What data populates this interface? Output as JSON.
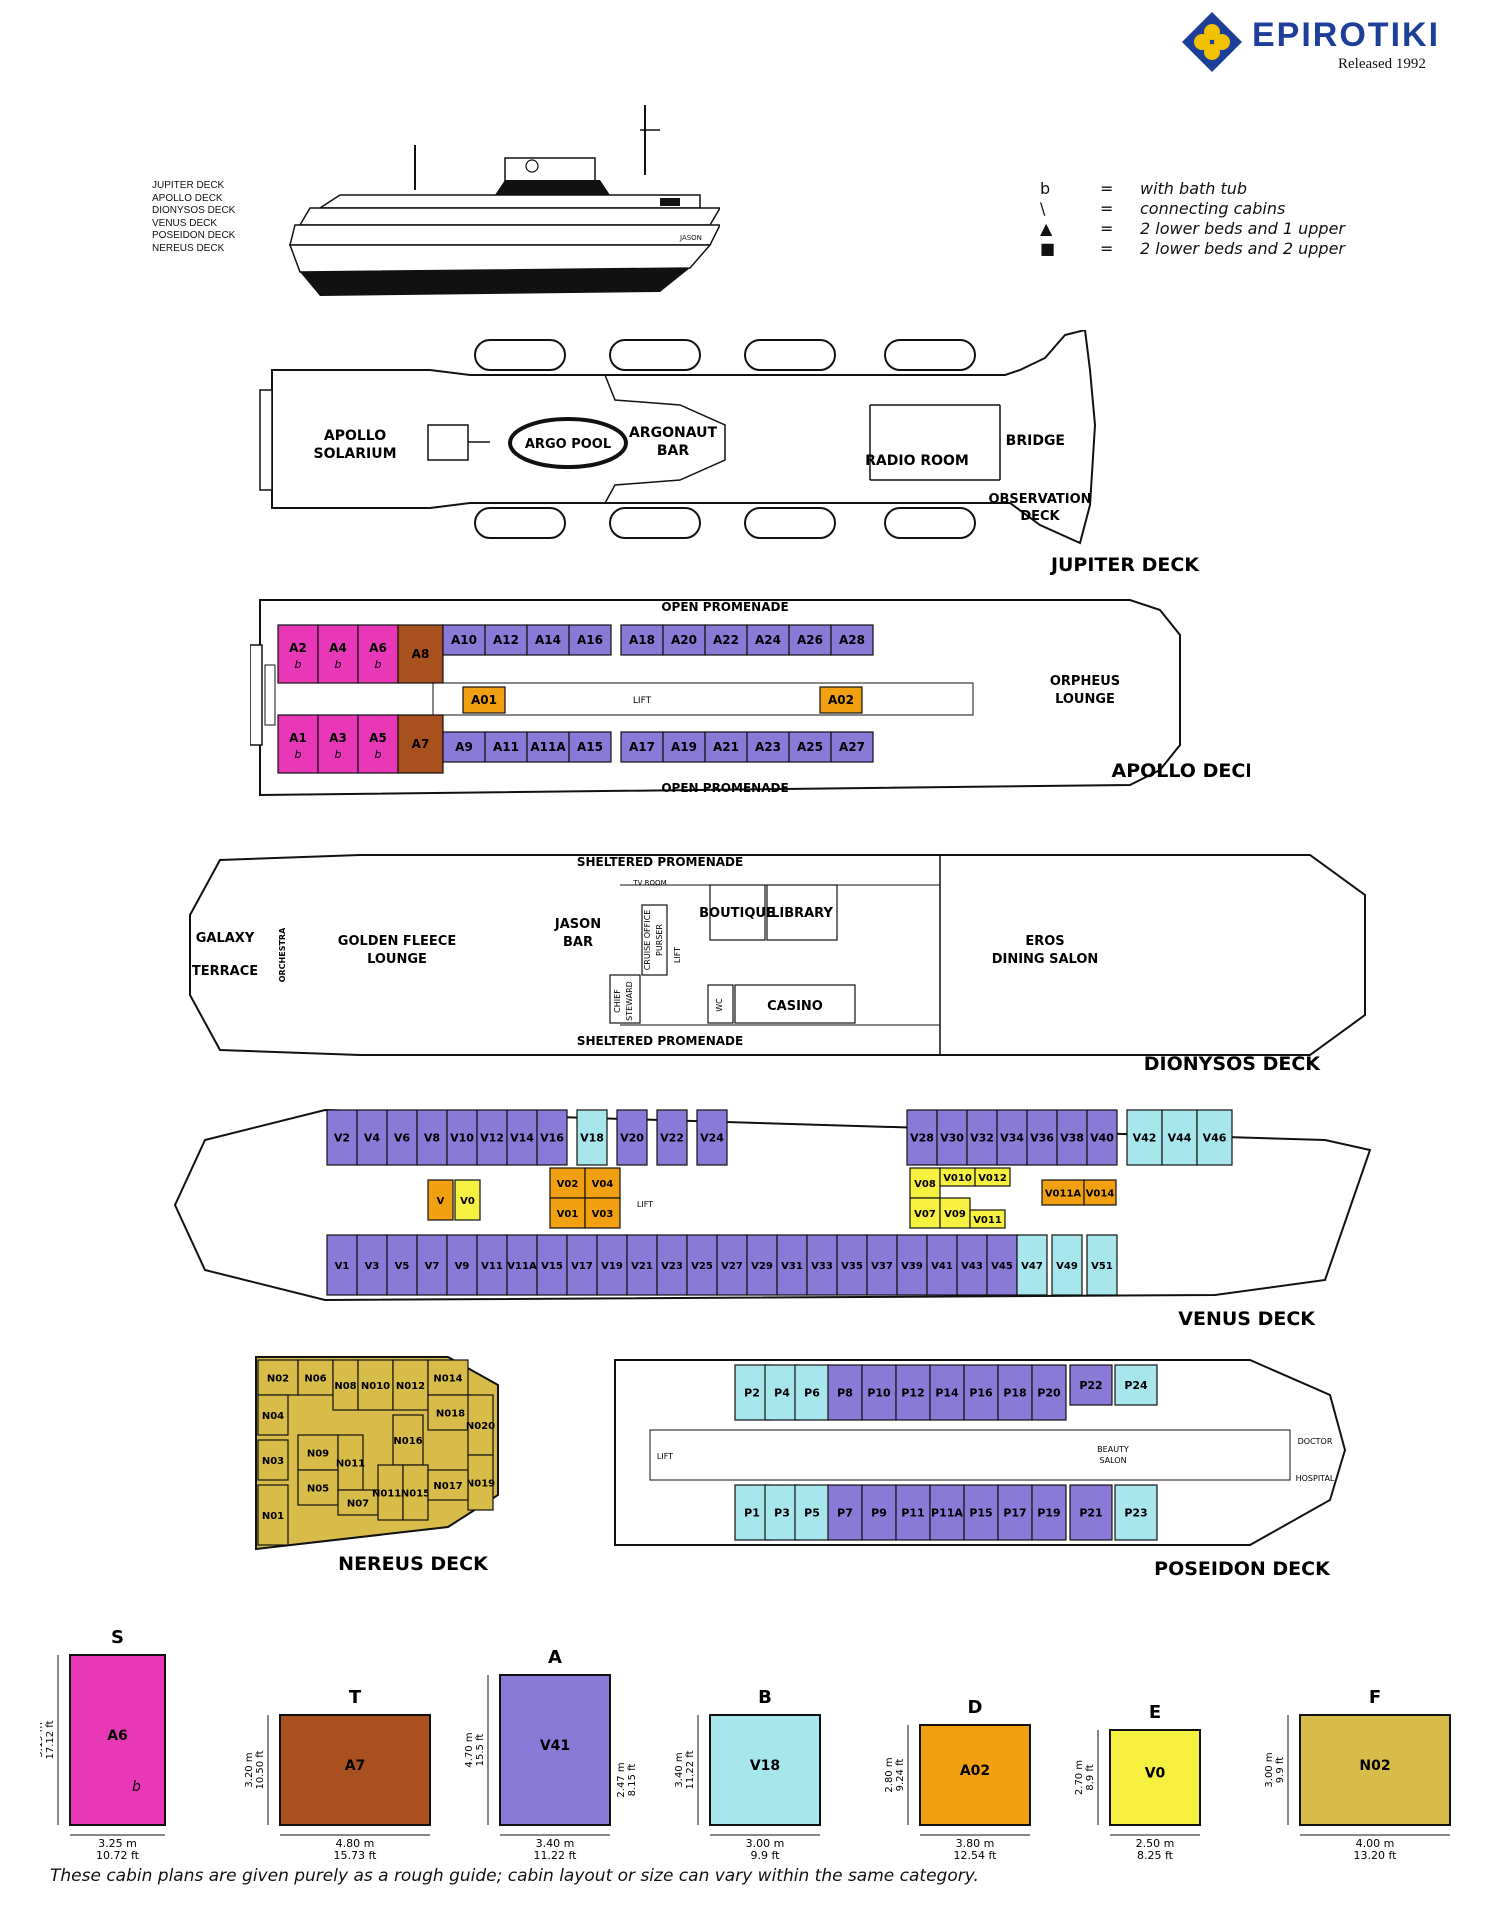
{
  "header": {
    "brand": "EPIROTIKI",
    "released": "Released 1992"
  },
  "deck_list": [
    "JUPITER DECK",
    "APOLLO DECK",
    "DIONYSOS DECK",
    "VENUS DECK",
    "POSEIDON DECK",
    "NEREUS DECK"
  ],
  "ship_name": "JASON",
  "legend": [
    {
      "symbol": "b",
      "text": "with bath tub"
    },
    {
      "symbol": "\\",
      "text": "connecting cabins"
    },
    {
      "symbol": "▲",
      "text": "2 lower beds and 1 upper"
    },
    {
      "symbol": "■",
      "text": "2 lower beds and 2 upper"
    }
  ],
  "legend_eq": "=",
  "colors": {
    "S": "#e838b8",
    "T": "#a8501e",
    "A": "#8a7ad8",
    "B": "#a8e6ee",
    "D": "#f0a010",
    "E": "#f6f040",
    "F": "#d8bc4a",
    "outline": "#111111"
  },
  "jupiter": {
    "title": "JUPITER DECK",
    "areas": {
      "solarium": [
        "APOLLO",
        "SOLARIUM"
      ],
      "pool": "ARGO POOL",
      "bar": [
        "ARGONAUT",
        "BAR"
      ],
      "radio": "RADIO ROOM",
      "bridge": "BRIDGE",
      "observation": [
        "OBSERVATION",
        "DECK"
      ]
    }
  },
  "apollo": {
    "title": "APOLLO DECK",
    "promenade": "OPEN PROMENADE",
    "lift": "LIFT",
    "lounge": [
      "ORPHEUS",
      "LOUNGE"
    ],
    "top_cabins": [
      {
        "id": "A2",
        "c": "S",
        "b": "b"
      },
      {
        "id": "A4",
        "c": "S",
        "b": "b"
      },
      {
        "id": "A6",
        "c": "S",
        "b": "b"
      },
      {
        "id": "A8",
        "c": "T"
      },
      {
        "id": "A10",
        "c": "A"
      },
      {
        "id": "A12",
        "c": "A"
      },
      {
        "id": "A14",
        "c": "A"
      },
      {
        "id": "A16",
        "c": "A"
      },
      {
        "id": "A18",
        "c": "A"
      },
      {
        "id": "A20",
        "c": "A"
      },
      {
        "id": "A22",
        "c": "A"
      },
      {
        "id": "A24",
        "c": "A"
      },
      {
        "id": "A26",
        "c": "A"
      },
      {
        "id": "A28",
        "c": "A"
      }
    ],
    "bottom_cabins": [
      {
        "id": "A1",
        "c": "S",
        "b": "b"
      },
      {
        "id": "A3",
        "c": "S",
        "b": "b"
      },
      {
        "id": "A5",
        "c": "S",
        "b": "b"
      },
      {
        "id": "A7",
        "c": "T"
      },
      {
        "id": "A9",
        "c": "A"
      },
      {
        "id": "A11",
        "c": "A"
      },
      {
        "id": "A11A",
        "c": "A"
      },
      {
        "id": "A15",
        "c": "A"
      },
      {
        "id": "A17",
        "c": "A"
      },
      {
        "id": "A19",
        "c": "A"
      },
      {
        "id": "A21",
        "c": "A"
      },
      {
        "id": "A23",
        "c": "A"
      },
      {
        "id": "A25",
        "c": "A"
      },
      {
        "id": "A27",
        "c": "A"
      }
    ],
    "inner": [
      {
        "id": "A01",
        "c": "D"
      },
      {
        "id": "A02",
        "c": "D"
      }
    ]
  },
  "dionysos": {
    "title": "DIONYSOS DECK",
    "promenade": "SHELTERED PROMENADE",
    "galaxy": [
      "GALAXY",
      "TERRACE"
    ],
    "orchestra": "ORCHESTRA",
    "lounge": [
      "GOLDEN FLEECE",
      "LOUNGE"
    ],
    "bar": [
      "JASON",
      "BAR"
    ],
    "tv": "TV ROOM",
    "cruise": "CRUISE OFFICE",
    "purser": "PURSER",
    "lift": "LIFT",
    "steward": [
      "CHIEF",
      "STEWARD"
    ],
    "wc": "WC",
    "boutique": "BOUTIQUE",
    "library": "LIBRARY",
    "casino": "CASINO",
    "dining": [
      "EROS",
      "DINING SALON"
    ]
  },
  "venus": {
    "title": "VENUS DECK",
    "lift": "LIFT",
    "top_cabins": [
      {
        "id": "V2",
        "c": "A"
      },
      {
        "id": "V4",
        "c": "A"
      },
      {
        "id": "V6",
        "c": "A"
      },
      {
        "id": "V8",
        "c": "A"
      },
      {
        "id": "V10",
        "c": "A"
      },
      {
        "id": "V12",
        "c": "A"
      },
      {
        "id": "V14",
        "c": "A"
      },
      {
        "id": "V16",
        "c": "A"
      },
      {
        "id": "V18",
        "c": "B"
      },
      {
        "id": "V20",
        "c": "A"
      },
      {
        "id": "V22",
        "c": "A"
      },
      {
        "id": "V24",
        "c": "A"
      },
      {
        "id": "V28",
        "c": "A"
      },
      {
        "id": "V30",
        "c": "A"
      },
      {
        "id": "V32",
        "c": "A"
      },
      {
        "id": "V34",
        "c": "A"
      },
      {
        "id": "V36",
        "c": "A"
      },
      {
        "id": "V38",
        "c": "A"
      },
      {
        "id": "V40",
        "c": "A"
      },
      {
        "id": "V42",
        "c": "B"
      },
      {
        "id": "V44",
        "c": "B"
      },
      {
        "id": "V46",
        "c": "B"
      }
    ],
    "bottom_cabins": [
      {
        "id": "V1",
        "c": "A"
      },
      {
        "id": "V3",
        "c": "A"
      },
      {
        "id": "V5",
        "c": "A"
      },
      {
        "id": "V7",
        "c": "A"
      },
      {
        "id": "V9",
        "c": "A"
      },
      {
        "id": "V11",
        "c": "A"
      },
      {
        "id": "V11A",
        "c": "A"
      },
      {
        "id": "V15",
        "c": "A"
      },
      {
        "id": "V17",
        "c": "A"
      },
      {
        "id": "V19",
        "c": "A"
      },
      {
        "id": "V21",
        "c": "A"
      },
      {
        "id": "V23",
        "c": "A"
      },
      {
        "id": "V25",
        "c": "A"
      },
      {
        "id": "V27",
        "c": "A"
      },
      {
        "id": "V29",
        "c": "A"
      },
      {
        "id": "V31",
        "c": "A"
      },
      {
        "id": "V33",
        "c": "A"
      },
      {
        "id": "V35",
        "c": "A"
      },
      {
        "id": "V37",
        "c": "A"
      },
      {
        "id": "V39",
        "c": "A"
      },
      {
        "id": "V41",
        "c": "A"
      },
      {
        "id": "V43",
        "c": "A"
      },
      {
        "id": "V45",
        "c": "A"
      },
      {
        "id": "V47",
        "c": "B"
      },
      {
        "id": "V49",
        "c": "B"
      },
      {
        "id": "V51",
        "c": "B"
      }
    ],
    "inner": [
      {
        "id": "V",
        "c": "D"
      },
      {
        "id": "V0",
        "c": "E"
      },
      {
        "id": "V02",
        "c": "D"
      },
      {
        "id": "V04",
        "c": "D"
      },
      {
        "id": "V01",
        "c": "D"
      },
      {
        "id": "V03",
        "c": "D"
      },
      {
        "id": "V08",
        "c": "E"
      },
      {
        "id": "V010",
        "c": "E"
      },
      {
        "id": "V012",
        "c": "E"
      },
      {
        "id": "V07",
        "c": "E"
      },
      {
        "id": "V09",
        "c": "E"
      },
      {
        "id": "V011",
        "c": "E"
      },
      {
        "id": "V011A",
        "c": "D"
      },
      {
        "id": "V014",
        "c": "D"
      }
    ]
  },
  "nereus": {
    "title": "NEREUS DECK",
    "cabins": [
      "N02",
      "N06",
      "N08",
      "N010",
      "N012",
      "N014",
      "N018",
      "N020",
      "N04",
      "N016",
      "N03",
      "N09",
      "N011",
      "N019",
      "N05",
      "N07",
      "N011A",
      "N015",
      "N017",
      "N01"
    ]
  },
  "poseidon": {
    "title": "POSEIDON DECK",
    "lift": "LIFT",
    "beauty": [
      "BEAUTY",
      "SALON"
    ],
    "doctor": "DOCTOR",
    "hospital": "HOSPITAL",
    "top_cabins": [
      {
        "id": "P2",
        "c": "B"
      },
      {
        "id": "P4",
        "c": "B"
      },
      {
        "id": "P6",
        "c": "B"
      },
      {
        "id": "P8",
        "c": "A"
      },
      {
        "id": "P10",
        "c": "A"
      },
      {
        "id": "P12",
        "c": "A"
      },
      {
        "id": "P14",
        "c": "A"
      },
      {
        "id": "P16",
        "c": "A"
      },
      {
        "id": "P18",
        "c": "A"
      },
      {
        "id": "P20",
        "c": "A"
      },
      {
        "id": "P22",
        "c": "A"
      },
      {
        "id": "P24",
        "c": "B"
      }
    ],
    "bottom_cabins": [
      {
        "id": "P1",
        "c": "B"
      },
      {
        "id": "P3",
        "c": "B"
      },
      {
        "id": "P5",
        "c": "B"
      },
      {
        "id": "P7",
        "c": "A"
      },
      {
        "id": "P9",
        "c": "A"
      },
      {
        "id": "P11",
        "c": "A"
      },
      {
        "id": "P11A",
        "c": "A"
      },
      {
        "id": "P15",
        "c": "A"
      },
      {
        "id": "P17",
        "c": "A"
      },
      {
        "id": "P19",
        "c": "A"
      },
      {
        "id": "P21",
        "c": "A"
      },
      {
        "id": "P23",
        "c": "B"
      }
    ]
  },
  "cabin_plans": [
    {
      "cat": "S",
      "cabin": "A6",
      "h_m": "5.19 m",
      "h_ft": "17.12 ft",
      "w_m": "3.25 m",
      "w_ft": "10.72 ft",
      "mark": "b"
    },
    {
      "cat": "T",
      "cabin": "A7",
      "h_m": "3.20 m",
      "h_ft": "10.50 ft",
      "w_m": "4.80 m",
      "w_ft": "15.73 ft"
    },
    {
      "cat": "A",
      "cabin": "V41",
      "h_m": "4.70 m",
      "h_ft": "15.5 ft",
      "h2_m": "2.47 m",
      "h2_ft": "8.15 ft",
      "w_m": "3.40 m",
      "w_ft": "11.22 ft"
    },
    {
      "cat": "B",
      "cabin": "V18",
      "h_m": "3.40 m",
      "h_ft": "11.22 ft",
      "w_m": "3.00 m",
      "w_ft": "9.9 ft"
    },
    {
      "cat": "D",
      "cabin": "A02",
      "h_m": "2.80 m",
      "h_ft": "9.24 ft",
      "w_m": "3.80 m",
      "w_ft": "12.54 ft"
    },
    {
      "cat": "E",
      "cabin": "V0",
      "h_m": "2.70 m",
      "h_ft": "8.9 ft",
      "w_m": "2.50 m",
      "w_ft": "8.25 ft"
    },
    {
      "cat": "F",
      "cabin": "N02",
      "h_m": "3.00 m",
      "h_ft": "9.9 ft",
      "w_m": "4.00 m",
      "w_ft": "13.20 ft"
    }
  ],
  "footer": "These cabin plans are given purely as a rough guide; cabin layout or size can vary within the same category."
}
